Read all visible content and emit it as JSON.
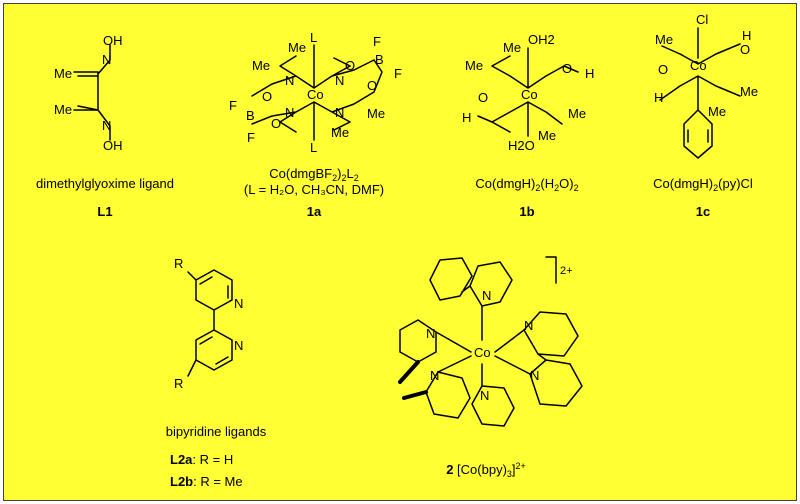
{
  "colors": {
    "background": "#ffff33",
    "border": "#444444",
    "ink": "#000000"
  },
  "compounds": {
    "L1": {
      "caption": "dimethylglyoxime ligand",
      "id": "L1"
    },
    "c1a": {
      "formula": [
        "Co(dmgBF",
        "2",
        ")",
        "2",
        "L",
        "2"
      ],
      "note": "(L = H₂O, CH₃CN, DMF)",
      "id": "1a"
    },
    "c1b": {
      "formula": [
        "Co(dmgH)",
        "2",
        "(H",
        "2",
        "O)",
        "2"
      ],
      "id": "1b"
    },
    "c1c": {
      "formula": [
        "Co(dmgH)",
        "2",
        "(py)Cl"
      ],
      "id": "1c"
    },
    "L2": {
      "caption": "bipyridine ligands",
      "a": {
        "id": "L2a",
        "text": ": R = H"
      },
      "b": {
        "id": "L2b",
        "text": ": R = Me"
      }
    },
    "c2": {
      "id": "2",
      "formula": [
        "[Co(bpy)",
        "3",
        "]",
        "2+"
      ],
      "charge": "2+"
    }
  },
  "atoms": {
    "oh": "OH",
    "me": "Me",
    "n": "N",
    "o": "O",
    "co": "Co",
    "l": "L",
    "b": "B",
    "f": "F",
    "h": "H",
    "oh2": "OH2",
    "h2o": "H2O",
    "cl": "Cl",
    "r": "R"
  }
}
